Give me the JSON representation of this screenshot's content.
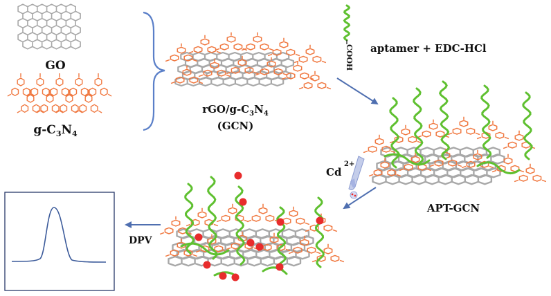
{
  "labels": {
    "go": "GO",
    "gcn_prefix": "g-C",
    "gcn_sub3": "3",
    "gcn_n": "N",
    "gcn_sub4": "4",
    "composite_prefix": "rGO/g-C",
    "composite_sub3": "3",
    "composite_n": "N",
    "composite_sub4": "4",
    "composite_abbr": "(GCN)",
    "reagent": "aptamer + EDC-HCl",
    "carboxyl": "COOH",
    "apt_gcn": "APT-GCN",
    "cd": "Cd",
    "cd_charge": "2+",
    "dpv": "DPV"
  },
  "colors": {
    "graphene": "#a8a8a8",
    "g_c3n4": "#f07840",
    "aptamer": "#5fc030",
    "cadmium": "#e82c2c",
    "arrow": "#4f6fb0",
    "brace": "#5a7fc8",
    "plot_frame": "#2a3a6a",
    "peak_line": "#3b5a9a"
  }
}
